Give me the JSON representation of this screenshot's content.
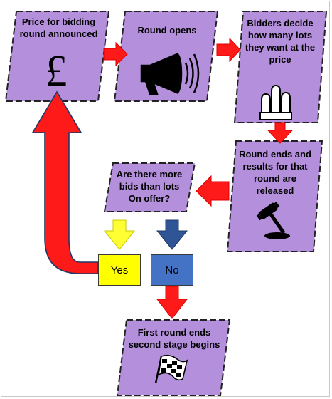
{
  "nodes": {
    "price_announced": "Price for bidding\nround announced",
    "round_opens": "Round opens",
    "bidders_decide": "Bidders decide\nhow many lots\nthey want at the\nprice",
    "round_ends": "Round ends and\nresults for that\nround are\nreleased",
    "question": "Are there more\nbids than lots\nOn offer?",
    "first_round_ends": "First round ends\nsecond stage begins"
  },
  "decisions": {
    "yes": "Yes",
    "no": "No"
  },
  "icons": [
    "pound-sign-icon",
    "megaphone-icon",
    "raised-hands-icon",
    "gavel-icon",
    "checkered-flag-icon"
  ],
  "colors": {
    "box_fill": "#b48fdc",
    "box_border": "#222222",
    "arrow_red": "#ff1a1a",
    "yes_fill": "#ffff00",
    "no_fill": "#4472c4",
    "arrow_yellow": "#ffff33",
    "arrow_blue": "#2f5597"
  }
}
